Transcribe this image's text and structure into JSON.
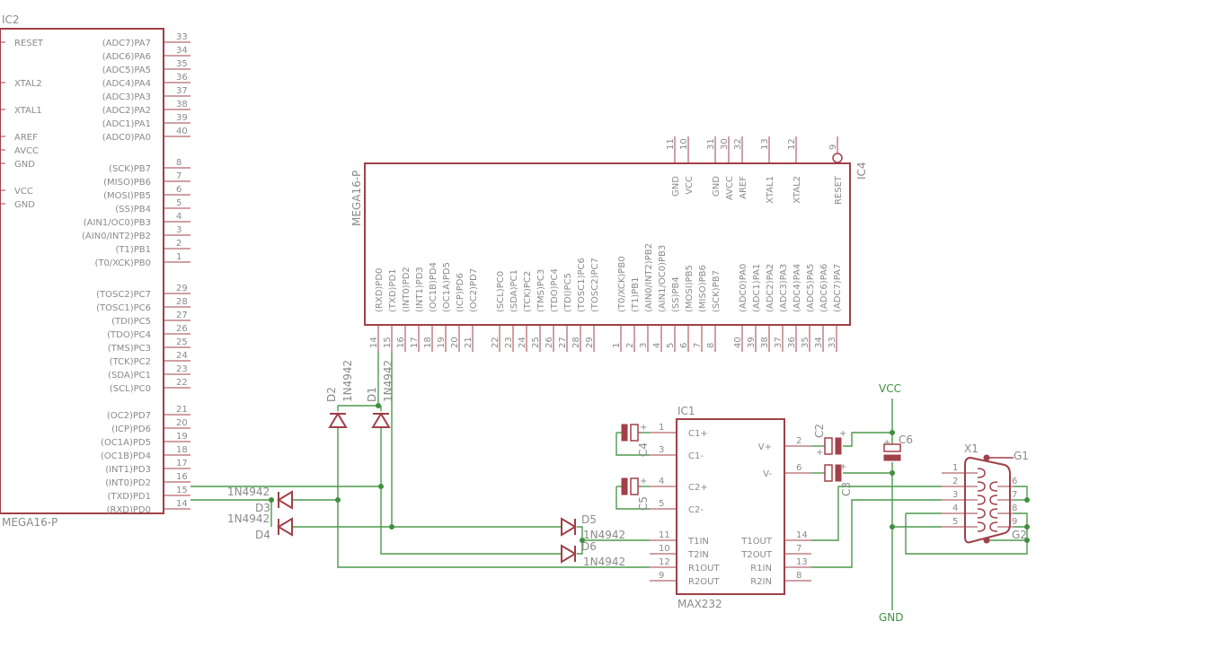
{
  "ic2": {
    "name": "IC2",
    "value": "MEGA16-P",
    "left_pins": [
      "RESET",
      "XTAL2",
      "XTAL1",
      "AREF",
      "AVCC",
      "GND",
      "VCC",
      "GND"
    ],
    "right_pins": [
      [
        "(ADC7)PA7",
        "33"
      ],
      [
        "(ADC6)PA6",
        "34"
      ],
      [
        "(ADC5)PA5",
        "35"
      ],
      [
        "(ADC4)PA4",
        "36"
      ],
      [
        "(ADC3)PA3",
        "37"
      ],
      [
        "(ADC2)PA2",
        "38"
      ],
      [
        "(ADC1)PA1",
        "39"
      ],
      [
        "(ADC0)PA0",
        "40"
      ],
      [
        "(SCK)PB7",
        "8"
      ],
      [
        "(MISO)PB6",
        "7"
      ],
      [
        "(MOSI)PB5",
        "6"
      ],
      [
        "(SS)PB4",
        "5"
      ],
      [
        "(AIN1/OC0)PB3",
        "4"
      ],
      [
        "(AIN0/INT2)PB2",
        "3"
      ],
      [
        "(T1)PB1",
        "2"
      ],
      [
        "(T0/XCK)PB0",
        "1"
      ],
      [
        "(TOSC2)PC7",
        "29"
      ],
      [
        "(TOSC1)PC6",
        "28"
      ],
      [
        "(TDI)PC5",
        "27"
      ],
      [
        "(TDO)PC4",
        "26"
      ],
      [
        "(TMS)PC3",
        "25"
      ],
      [
        "(TCK)PC2",
        "24"
      ],
      [
        "(SDA)PC1",
        "23"
      ],
      [
        "(SCL)PC0",
        "22"
      ],
      [
        "(OC2)PD7",
        "21"
      ],
      [
        "(ICP)PD6",
        "20"
      ],
      [
        "(OC1A)PD5",
        "19"
      ],
      [
        "(OC1B)PD4",
        "18"
      ],
      [
        "(INT1)PD3",
        "17"
      ],
      [
        "(INT0)PD2",
        "16"
      ],
      [
        "(TXD)PD1",
        "15"
      ],
      [
        "(RXD)PD0",
        "14"
      ]
    ]
  },
  "ic4": {
    "name": "IC4",
    "value": "MEGA16-P",
    "top_pins": [
      [
        "GND",
        "11"
      ],
      [
        "VCC",
        "10"
      ],
      [
        "GND",
        "31"
      ],
      [
        "AVCC",
        "30"
      ],
      [
        "AREF",
        "32"
      ],
      [
        "XTAL1",
        "13"
      ],
      [
        "XTAL2",
        "12"
      ],
      [
        "RESET",
        "9"
      ]
    ],
    "bottom_pins": [
      [
        "(RXD)PD0",
        "14"
      ],
      [
        "(TXD)PD1",
        "15"
      ],
      [
        "(INT0)PD2",
        "16"
      ],
      [
        "(INT1)PD3",
        "17"
      ],
      [
        "(OC1B)PD4",
        "18"
      ],
      [
        "(OC1A)PD5",
        "19"
      ],
      [
        "(ICP)PD6",
        "20"
      ],
      [
        "(OC2)PD7",
        "21"
      ],
      [
        "(SCL)PC0",
        "22"
      ],
      [
        "(SDA)PC1",
        "23"
      ],
      [
        "(TCK)PC2",
        "24"
      ],
      [
        "(TMS)PC3",
        "25"
      ],
      [
        "(TDO)PC4",
        "26"
      ],
      [
        "(TDI)PC5",
        "27"
      ],
      [
        "(TOSC1)PC6",
        "28"
      ],
      [
        "(TOSC2)PC7",
        "29"
      ],
      [
        "(T0/XCK)PB0",
        "1"
      ],
      [
        "(T1)PB1",
        "2"
      ],
      [
        "(AIN0/INT2)PB2",
        "3"
      ],
      [
        "(AIN1/OC0)PB3",
        "4"
      ],
      [
        "(SS)PB4",
        "5"
      ],
      [
        "(MOSI)PB5",
        "6"
      ],
      [
        "(MISO)PB6",
        "7"
      ],
      [
        "(SCK)PB7",
        "8"
      ],
      [
        "(ADC0)PA0",
        "40"
      ],
      [
        "(ADC1)PA1",
        "39"
      ],
      [
        "(ADC2)PA2",
        "38"
      ],
      [
        "(ADC3)PA3",
        "37"
      ],
      [
        "(ADC4)PA4",
        "36"
      ],
      [
        "(ADC5)PA5",
        "35"
      ],
      [
        "(ADC6)PA6",
        "34"
      ],
      [
        "(ADC7)PA7",
        "33"
      ]
    ]
  },
  "ic1": {
    "name": "IC1",
    "value": "MAX232",
    "left_pins": [
      [
        "C1+",
        "1"
      ],
      [
        "C1-",
        "3"
      ],
      [
        "C2+",
        "4"
      ],
      [
        "C2-",
        "5"
      ],
      [
        "T1IN",
        "11"
      ],
      [
        "T2IN",
        "10"
      ],
      [
        "R1OUT",
        "12"
      ],
      [
        "R2OUT",
        "9"
      ]
    ],
    "right_pins": [
      [
        "V+",
        "2"
      ],
      [
        "V-",
        "6"
      ],
      [
        "T1OUT",
        "14"
      ],
      [
        "T2OUT",
        "7"
      ],
      [
        "R1IN",
        "13"
      ],
      [
        "R2IN",
        "8"
      ]
    ]
  },
  "diodes": {
    "d1": {
      "name": "D1",
      "value": "1N4942"
    },
    "d2": {
      "name": "D2",
      "value": "1N4942"
    },
    "d3": {
      "name": "D3",
      "value": "1N4942"
    },
    "d4": {
      "name": "D4",
      "value": "1N4942"
    },
    "d5": {
      "name": "D5",
      "value": "1N4942"
    },
    "d6": {
      "name": "D6",
      "value": "1N4942"
    }
  },
  "caps": {
    "c2": "C2",
    "c3": "C3",
    "c4": "C4",
    "c5": "C5",
    "c6": "C6"
  },
  "connector": {
    "name": "X1",
    "pins": [
      "1",
      "2",
      "3",
      "4",
      "5",
      "6",
      "7",
      "8",
      "9"
    ],
    "g1": "G1",
    "g2": "G2"
  },
  "nets": {
    "vcc": "VCC",
    "gnd": "GND"
  },
  "colors": {
    "part": "#a04048",
    "wire": "#4c9a4c",
    "text": "#8a8a8a"
  }
}
